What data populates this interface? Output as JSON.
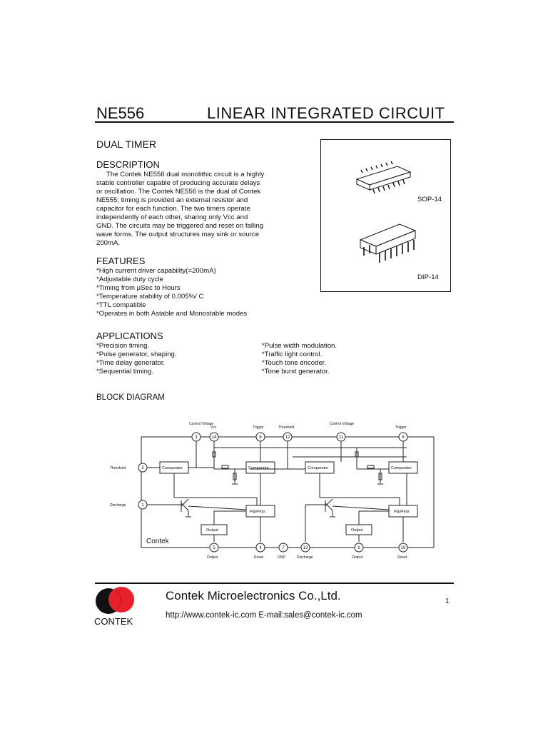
{
  "header": {
    "part_number": "NE556",
    "title": "LINEAR INTEGRATED CIRCUIT"
  },
  "subtitle": "DUAL TIMER",
  "description": {
    "heading": "DESCRIPTION",
    "lines": [
      "The Contek NE556 dual monolithic circuit is a highly",
      "stable controller capable of producing accurate delays",
      "or oscillation. The Contek NE556 is the dual of Contek",
      "NE555; timing is provided an external resistor and",
      "capacitor for each function. The two timers operate",
      "independently of each other, sharing only Vcc and",
      "GND. The circuits may be triggered and reset on falling",
      "wave forms. The output structures may sink or source",
      "200mA."
    ]
  },
  "packages": {
    "sop_label": "SOP-14",
    "dip_label": "DIP-14"
  },
  "features": {
    "heading": "FEATURES",
    "items": [
      "*High current driver capability(=200mA)",
      "*Adjustable duty cycle",
      "*Timing from µSec to Hours",
      "*Temperature stability of 0.005%/ C",
      "*TTL compatible",
      "*Operates in both Astable and Monostable modes"
    ]
  },
  "applications": {
    "heading": "APPLICATIONS",
    "left": [
      "*Precision timing.",
      "*Pulse generator, shaping.",
      "*Time delay generator.",
      "*Sequential timing."
    ],
    "right": [
      "*Pulse width modulation.",
      "*Traffic light control.",
      "*Touch tone encoder.",
      "*Tone burst generator."
    ]
  },
  "block_diagram": {
    "heading": "BLOCK DIAGRAM",
    "brand": "Contek",
    "pins": {
      "p1": "1",
      "p2": "2",
      "p3": "3",
      "p4": "4",
      "p5": "5",
      "p6": "6",
      "p7": "7",
      "p8": "8",
      "p9": "9",
      "p10": "10",
      "p11": "11",
      "p12": "12",
      "p13": "13",
      "p14": "14"
    },
    "labels": {
      "control_voltage": "Control Voltage",
      "vcc": "Vcc",
      "trigger": "Trigger",
      "threshold": "Threshold",
      "discharge": "Discharge",
      "output": "Output",
      "reset": "Reset",
      "gnd": "GND",
      "comparator": "Comparator",
      "flipflop": "Flip/Flop"
    }
  },
  "footer": {
    "company": "Contek Microelectronics Co.,Ltd.",
    "contact": "http://www.contek-ic.com  E-mail:sales@contek-ic.com",
    "page": "1",
    "logo_word": "CONTEK",
    "logo_colors": {
      "dark": "#111111",
      "red": "#e8202a"
    }
  }
}
